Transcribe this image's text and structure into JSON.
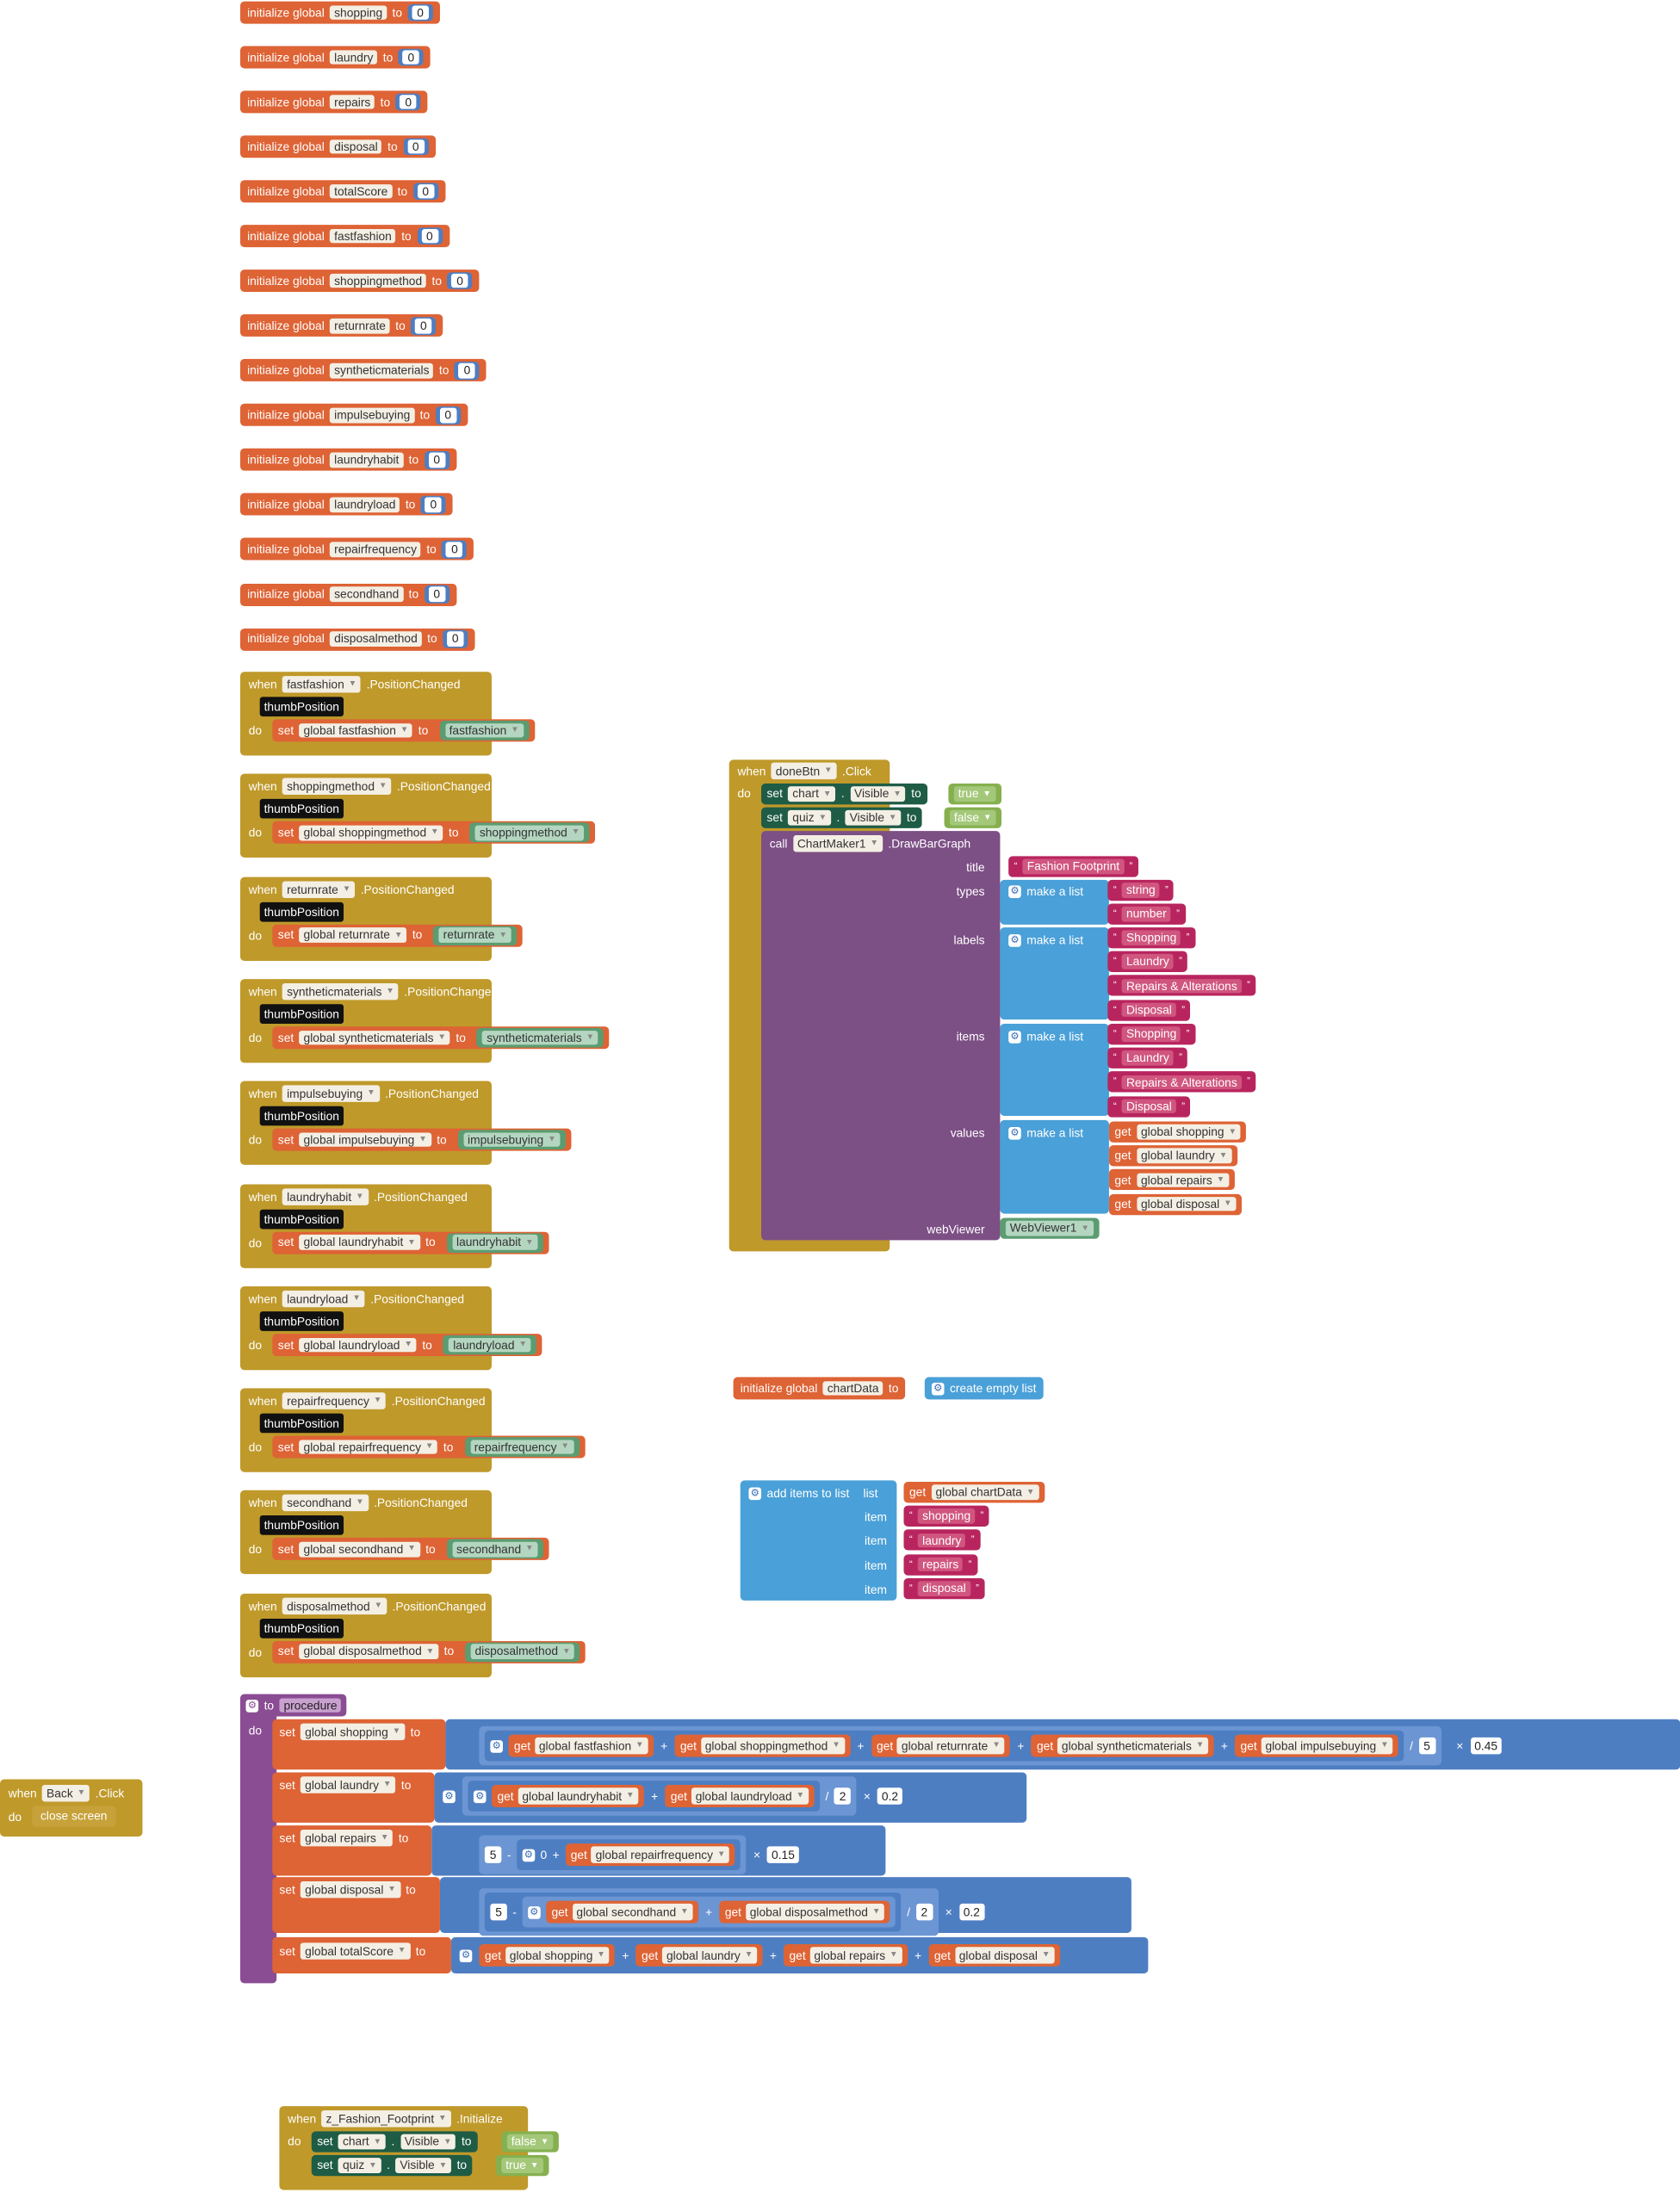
{
  "labels": {
    "initialize_global": "initialize global",
    "to": "to",
    "when": "when",
    "do": "do",
    "set": "set",
    "get": "get",
    "call": "call",
    "item": "item",
    "list": "list",
    "make_a_list": "make a list",
    "create_empty_list": "create empty list",
    "add_items_to_list": "add items to list",
    "position_changed": ".PositionChanged",
    "thumb_position": "thumbPosition",
    "click": ".Click",
    "initialize_event": ".Initialize",
    "close_screen": "close screen",
    "procedure_to": "to",
    "dot": "."
  },
  "globals": [
    {
      "name": "shopping",
      "value": "0"
    },
    {
      "name": "laundry",
      "value": "0"
    },
    {
      "name": "repairs",
      "value": "0"
    },
    {
      "name": "disposal",
      "value": "0"
    },
    {
      "name": "totalScore",
      "value": "0"
    },
    {
      "name": "fastfashion",
      "value": "0"
    },
    {
      "name": "shoppingmethod",
      "value": "0"
    },
    {
      "name": "returnrate",
      "value": "0"
    },
    {
      "name": "syntheticmaterials",
      "value": "0"
    },
    {
      "name": "impulsebuying",
      "value": "0"
    },
    {
      "name": "laundryhabit",
      "value": "0"
    },
    {
      "name": "laundryload",
      "value": "0"
    },
    {
      "name": "repairfrequency",
      "value": "0"
    },
    {
      "name": "secondhand",
      "value": "0"
    },
    {
      "name": "disposalmethod",
      "value": "0"
    }
  ],
  "slider_events": [
    {
      "component": "fastfashion",
      "variable": "global fastfashion",
      "getter": "fastfashion"
    },
    {
      "component": "shoppingmethod",
      "variable": "global shoppingmethod",
      "getter": "shoppingmethod"
    },
    {
      "component": "returnrate",
      "variable": "global returnrate",
      "getter": "returnrate"
    },
    {
      "component": "syntheticmaterials",
      "variable": "global syntheticmaterials",
      "getter": "syntheticmaterials"
    },
    {
      "component": "impulsebuying",
      "variable": "global impulsebuying",
      "getter": "impulsebuying"
    },
    {
      "component": "laundryhabit",
      "variable": "global laundryhabit",
      "getter": "laundryhabit"
    },
    {
      "component": "laundryload",
      "variable": "global laundryload",
      "getter": "laundryload"
    },
    {
      "component": "repairfrequency",
      "variable": "global repairfrequency",
      "getter": "repairfrequency"
    },
    {
      "component": "secondhand",
      "variable": "global secondhand",
      "getter": "secondhand"
    },
    {
      "component": "disposalmethod",
      "variable": "global disposalmethod",
      "getter": "disposalmethod"
    }
  ],
  "done_click": {
    "component": "doneBtn",
    "set1": {
      "component": "chart",
      "property": "Visible",
      "value": "true"
    },
    "set2": {
      "component": "quiz",
      "property": "Visible",
      "value": "false"
    },
    "call_component": "ChartMaker1",
    "call_method": ".DrawBarGraph",
    "title_label": "title",
    "title_value": "Fashion Footprint",
    "types_label": "types",
    "types": [
      "string",
      "number"
    ],
    "labels_label": "labels",
    "labels_list": [
      "Shopping",
      "Laundry",
      "Repairs & Alterations",
      "Disposal"
    ],
    "items_label": "items",
    "items_list": [
      "Shopping",
      "Laundry",
      "Repairs & Alterations",
      "Disposal"
    ],
    "values_label": "values",
    "values_list": [
      "global shopping",
      "global laundry",
      "global repairs",
      "global disposal"
    ],
    "webviewer_label": "webViewer",
    "webviewer_value": "WebViewer1"
  },
  "chart_data_init": {
    "name": "chartData"
  },
  "add_items": {
    "list_var": "global chartData",
    "items": [
      "shopping",
      "laundry",
      "repairs",
      "disposal"
    ]
  },
  "procedure": {
    "name": "procedure",
    "shopping": {
      "var": "global shopping",
      "terms": [
        "global fastfashion",
        "global shoppingmethod",
        "global returnrate",
        "global syntheticmaterials",
        "global impulsebuying"
      ],
      "plus": "+",
      "divide": "/",
      "times": "×",
      "divisor": "5",
      "factor": "0.45"
    },
    "laundry": {
      "var": "global laundry",
      "terms": [
        "global laundryhabit",
        "global laundryload"
      ],
      "divisor": "2",
      "factor": "0.2"
    },
    "repairs": {
      "var": "global repairs",
      "minuend": "5",
      "minus": "-",
      "zero": "0",
      "term": "global repairfrequency",
      "factor": "0.15"
    },
    "disposal": {
      "var": "global disposal",
      "minuend": "5",
      "terms": [
        "global secondhand",
        "global disposalmethod"
      ],
      "divisor": "2",
      "factor": "0.2"
    },
    "total": {
      "var": "global totalScore",
      "terms": [
        "global shopping",
        "global laundry",
        "global repairs",
        "global disposal"
      ]
    }
  },
  "back_click": {
    "component": "Back"
  },
  "screen_init": {
    "component": "z_Fashion_Footprint",
    "set1": {
      "component": "chart",
      "property": "Visible",
      "value": "false"
    },
    "set2": {
      "component": "quiz",
      "property": "Visible",
      "value": "true"
    }
  },
  "colors": {
    "variable": "#de6335",
    "event": "#bf992a",
    "math": "#4e7ec2",
    "list": "#4aa0d8",
    "text": "#b8255e",
    "component": "#5b9c71",
    "setter": "#1e5c46",
    "call": "#7c4f85",
    "logic": "#86b04f"
  }
}
